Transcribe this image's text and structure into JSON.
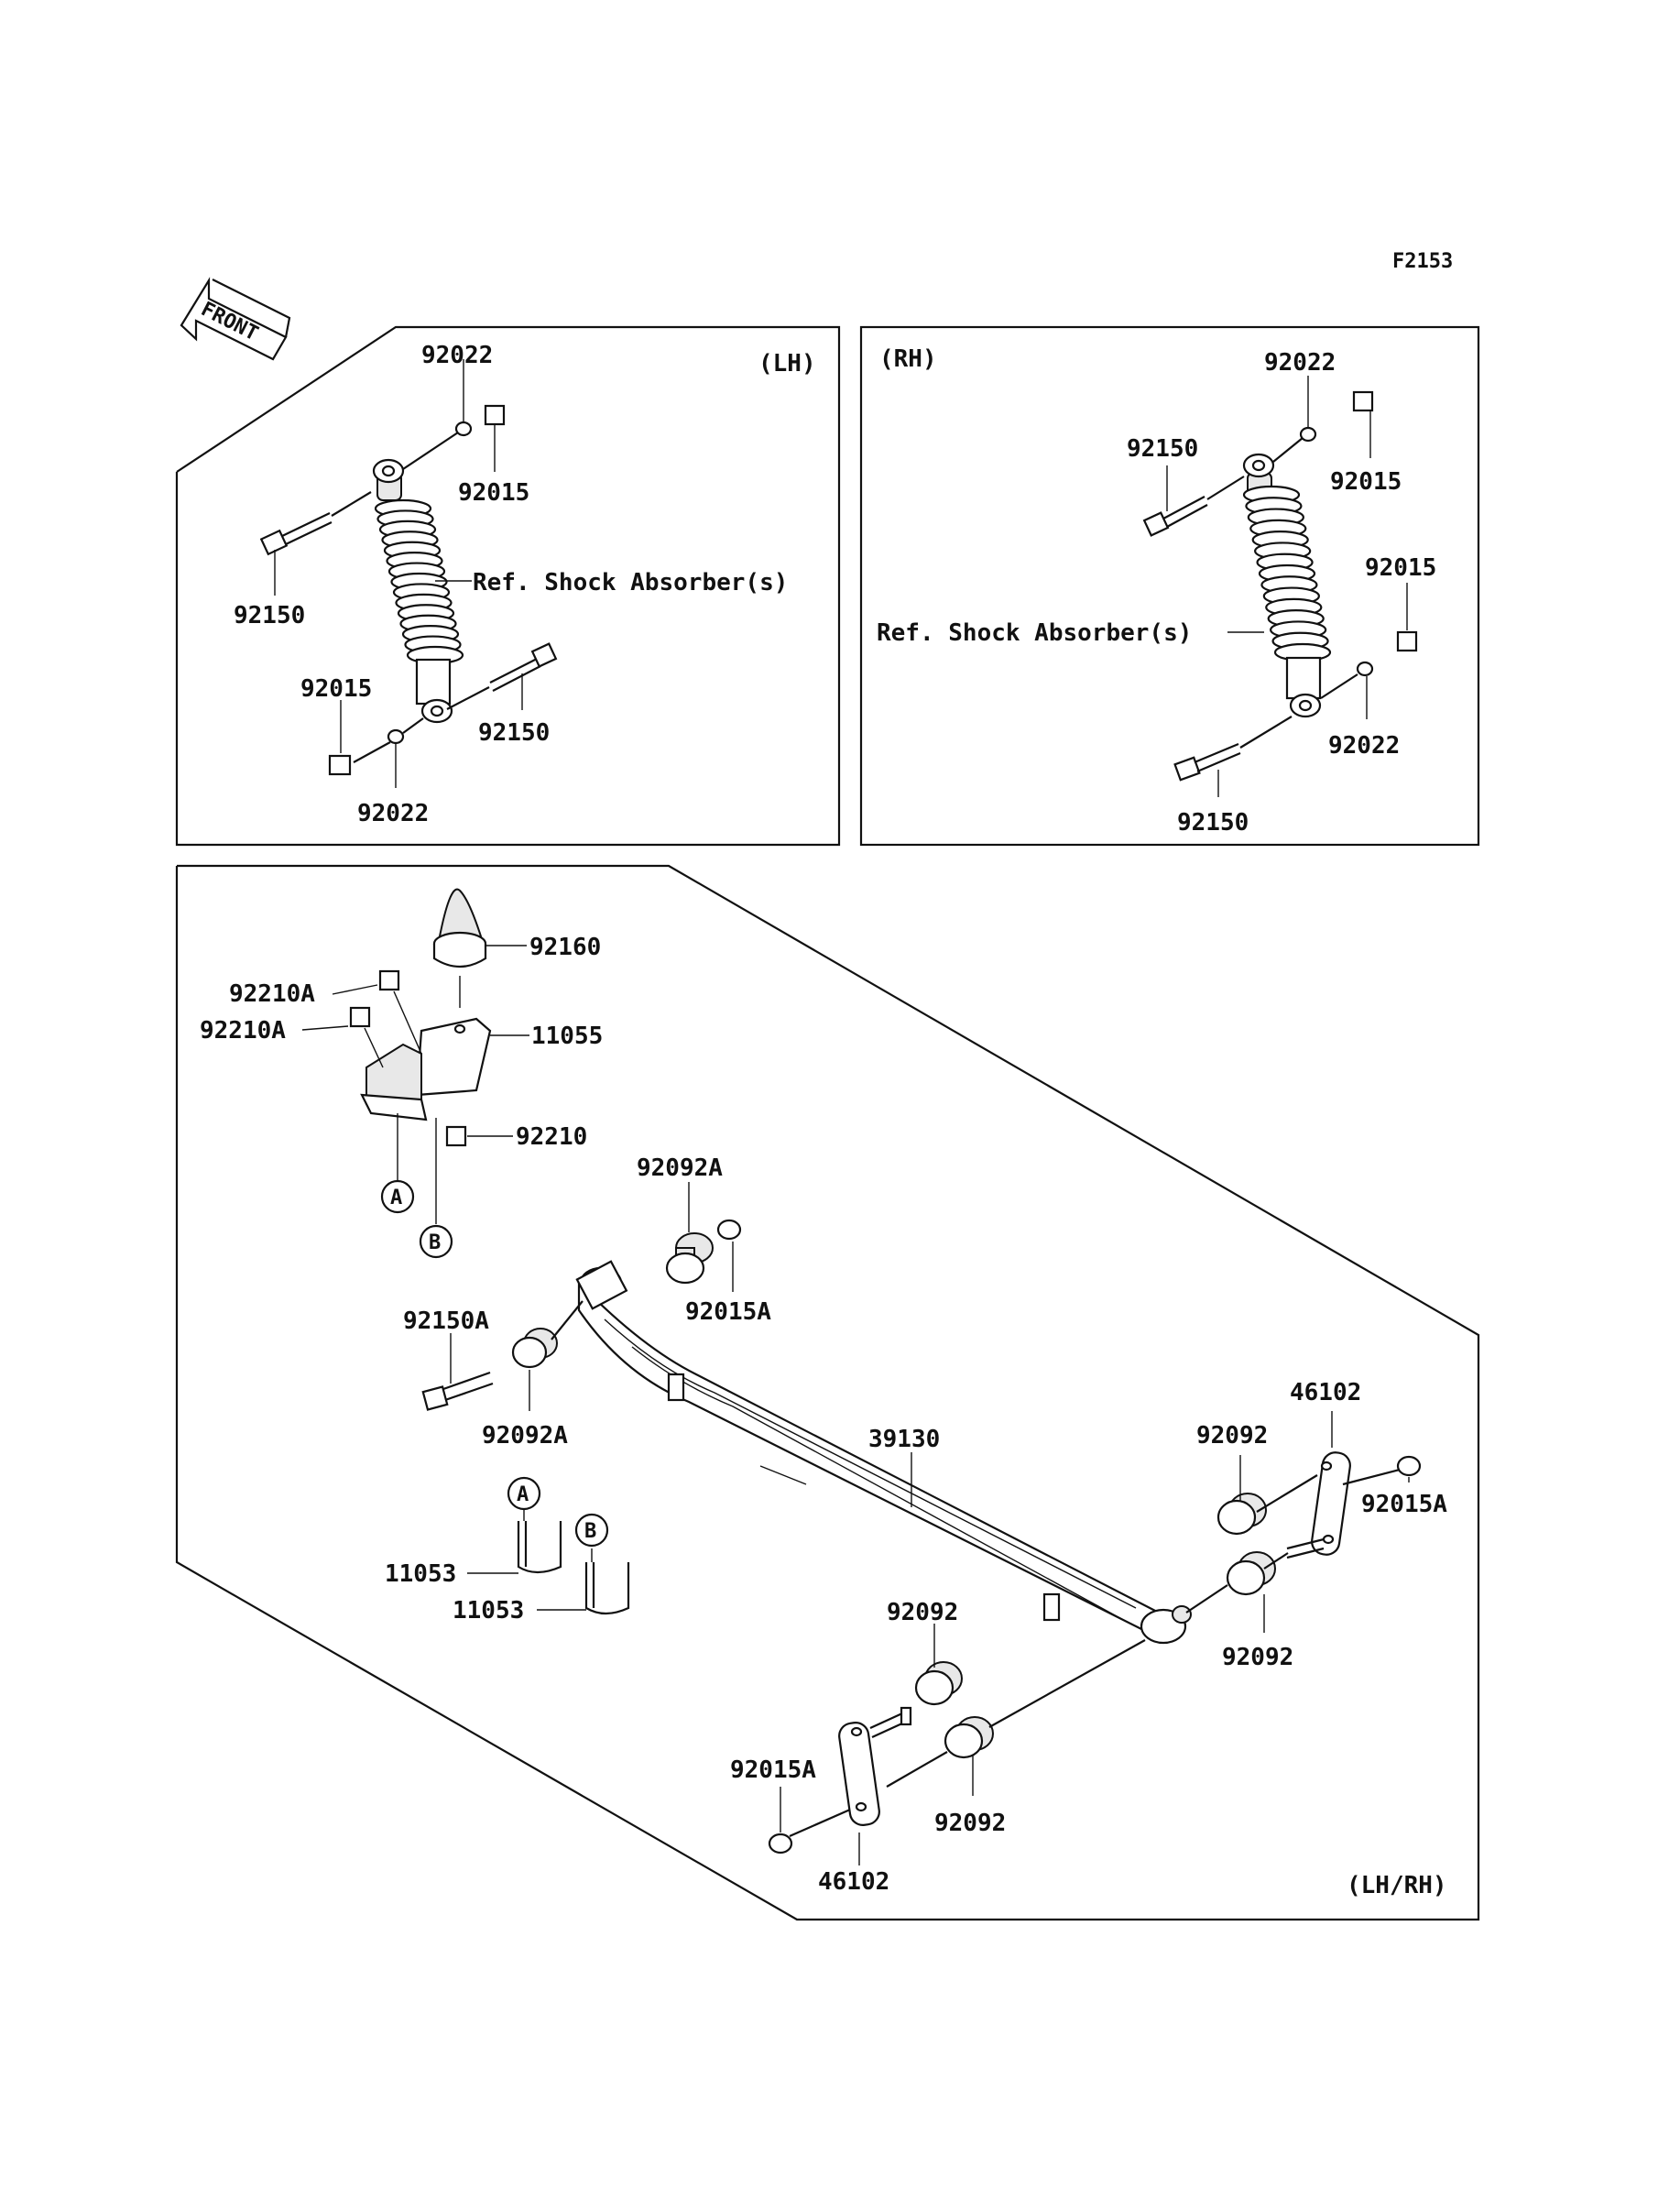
{
  "figure_code": "F2153",
  "front_label": "FRONT",
  "lh_panel": {
    "side": "(LH)",
    "ref_text": "Ref. Shock  Absorber(s)",
    "parts": [
      "92022",
      "92015",
      "92150",
      "92015",
      "92150",
      "92022"
    ]
  },
  "rh_panel": {
    "side": "(RH)",
    "ref_text": "Ref. Shock  Absorber(s)",
    "parts": [
      "92022",
      "92150",
      "92015",
      "92015",
      "92022",
      "92150"
    ]
  },
  "spring_panel": {
    "side": "(LH/RH)",
    "parts": [
      "92160",
      "92210A",
      "92210A",
      "11055",
      "92210",
      "92092A",
      "92015A",
      "92150A",
      "92092A",
      "39130",
      "46102",
      "92092",
      "92015A",
      "92092",
      "11053",
      "11053",
      "92092",
      "92015A",
      "92092",
      "46102"
    ],
    "markers": [
      "A",
      "B",
      "A",
      "B"
    ]
  },
  "colors": {
    "line": "#111111",
    "background": "#ffffff"
  }
}
